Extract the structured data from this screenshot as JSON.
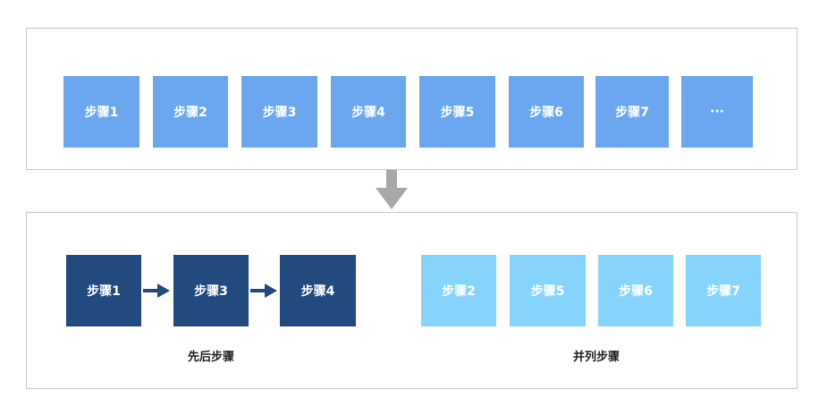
{
  "colors": {
    "top_box": "#6aa7ee",
    "sequential_box": "#234a7e",
    "parallel_box": "#86d4fb",
    "down_arrow": "#a8a8a8",
    "right_arrow": "#234a7e"
  },
  "top_steps": [
    "步骤1",
    "步骤2",
    "步骤3",
    "步骤4",
    "步骤5",
    "步骤6",
    "步骤7",
    "···"
  ],
  "sequential_steps": [
    "步骤1",
    "步骤3",
    "步骤4"
  ],
  "parallel_steps": [
    "步骤2",
    "步骤5",
    "步骤6",
    "步骤7"
  ],
  "captions": {
    "sequential": "先后步骤",
    "parallel": "并列步骤"
  },
  "icons": {
    "down_arrow": "down-arrow-icon",
    "right_arrow": "right-arrow-icon"
  }
}
